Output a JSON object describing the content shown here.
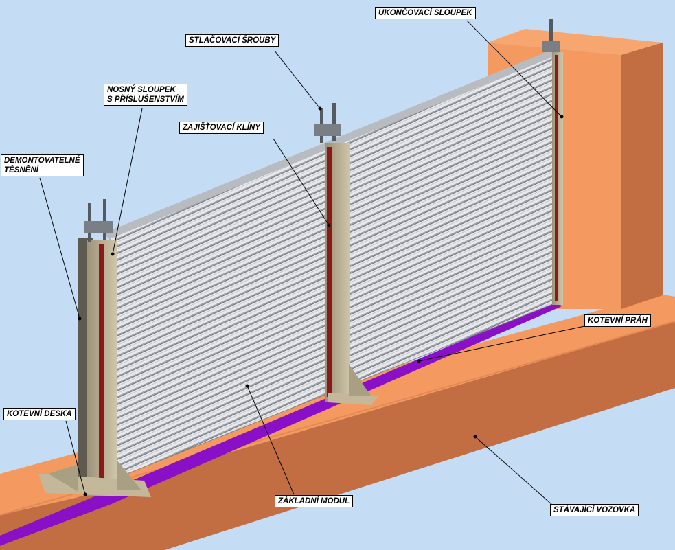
{
  "labels": {
    "ukoncovaci_sloupek": "UKONČOVACÍ SLOUPEK",
    "stlacovaci_srouby": "STLAČOVACÍ ŠROUBY",
    "nosny_sloupek_1": "NOSNÝ SLOUPEK",
    "nosny_sloupek_2": "S PŘÍSLUŠENSTVÍM",
    "zajistovaci_kliny": "ZAJIŠŤOVACÍ KLÍNY",
    "demontovatelne_1": "DEMONTOVATELNÉ",
    "demontovatelne_2": "TĚSNĚNÍ",
    "kotevni_prah": "KOTEVNÍ PRÁH",
    "kotevni_deska": "KOTEVNÍ DESKA",
    "zakladni_modul": "ZÁKLADNÍ MODUL",
    "stavajici_vozovka": "STÁVAJÍCÍ VOZOVKA"
  },
  "colors": {
    "background": "#c4dcf4",
    "road_top": "#f49a60",
    "road_side": "#c26e42",
    "wall_light": "#e4e6ea",
    "wall_dark": "#8c9096",
    "post": "#b8ad90",
    "seal": "#8a1a1a",
    "anchor_sill": "#8a10c8"
  }
}
